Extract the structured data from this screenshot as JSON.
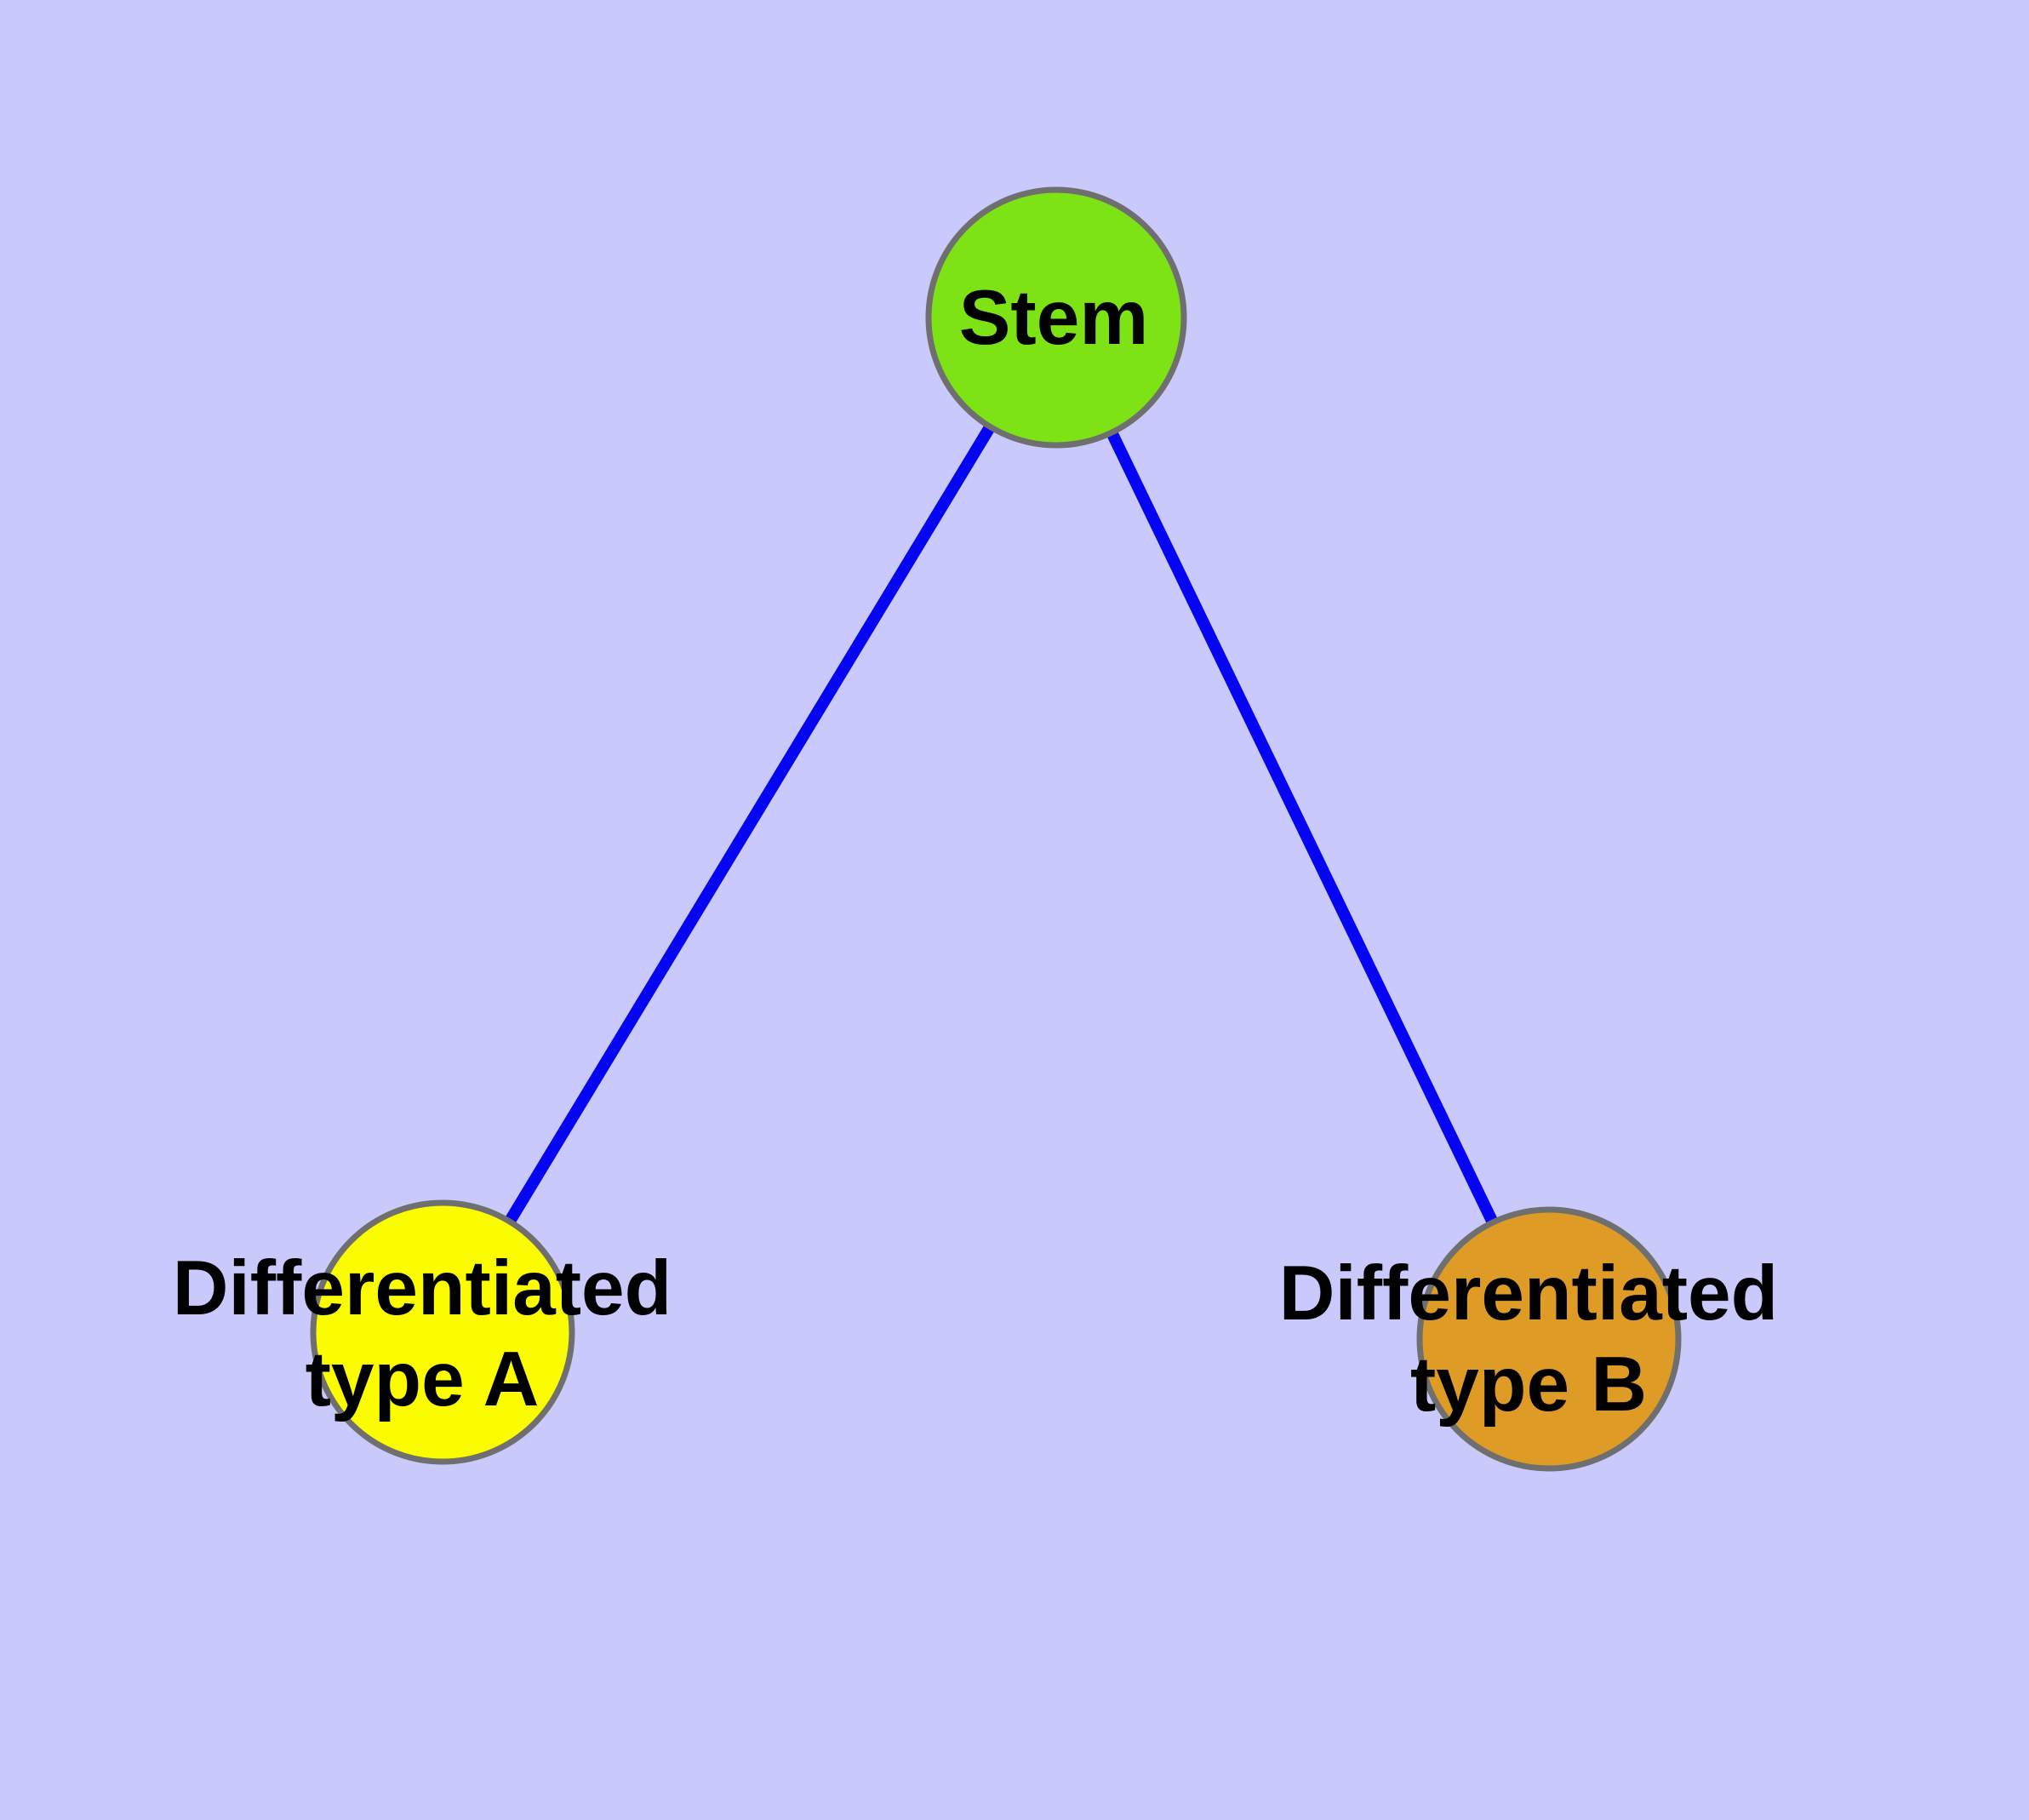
{
  "diagram": {
    "type": "node-link-graph",
    "description": "Cell differentiation graph: a Stem node connected to two differentiated cell type nodes",
    "background_color": "#C9CAFB",
    "node_border_color": "#6F6F6F",
    "text_color": "#000000",
    "edge_style": {
      "color": "#0505F2"
    },
    "nodes": [
      {
        "id": "stem",
        "label": "Stem",
        "label_lines": [
          "Stem"
        ],
        "fill": "#7DE314"
      },
      {
        "id": "type-a",
        "label": "Differentiated type A",
        "label_lines": [
          "Differentiated",
          "type A"
        ],
        "fill": "#FCFC00"
      },
      {
        "id": "type-b",
        "label": "Differentiated type B",
        "label_lines": [
          "Differentiated",
          "type B"
        ],
        "fill": "#DE9B26"
      }
    ],
    "edges": [
      {
        "from": "Stem",
        "to": "Differentiated type A"
      },
      {
        "from": "Stem",
        "to": "Differentiated type B"
      }
    ]
  }
}
